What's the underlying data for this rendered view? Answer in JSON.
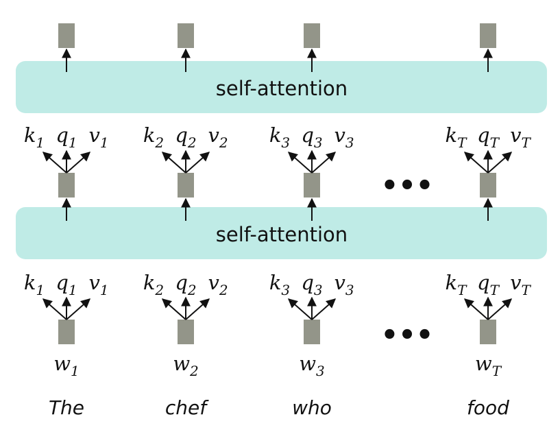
{
  "layers": [
    {
      "label": "self-attention"
    },
    {
      "label": "self-attention"
    }
  ],
  "columns": [
    {
      "k_sub": "1",
      "q_sub": "1",
      "v_sub": "1",
      "w_sub": "1",
      "word": "The"
    },
    {
      "k_sub": "2",
      "q_sub": "2",
      "v_sub": "2",
      "w_sub": "2",
      "word": "chef"
    },
    {
      "k_sub": "3",
      "q_sub": "3",
      "v_sub": "3",
      "w_sub": "3",
      "word": "who"
    },
    {
      "k_sub": "T",
      "q_sub": "T",
      "v_sub": "T",
      "w_sub": "T",
      "word": "food"
    }
  ],
  "symbols": {
    "k": "k",
    "q": "q",
    "v": "v",
    "w": "w"
  },
  "ellipsis": "•••",
  "colors": {
    "band": "#BFEBE6",
    "box": "#939589",
    "arrow": "#111111"
  }
}
